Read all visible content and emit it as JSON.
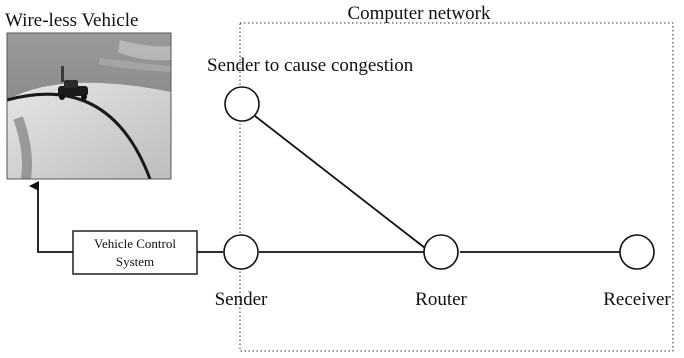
{
  "figure": {
    "vehicle_title": "Wire-less Vehicle",
    "network_title": "Computer network",
    "control_box_line1": "Vehicle Control",
    "control_box_line2": "System",
    "node_congestion_label": "Sender to cause congestion",
    "node_sender_label": "Sender",
    "node_router_label": "Router",
    "node_receiver_label": "Receiver"
  },
  "colors": {
    "stroke": "#111111",
    "background": "#ffffff",
    "photo_sky": "#8f8f8f",
    "photo_floor": "#dcdcdc"
  }
}
